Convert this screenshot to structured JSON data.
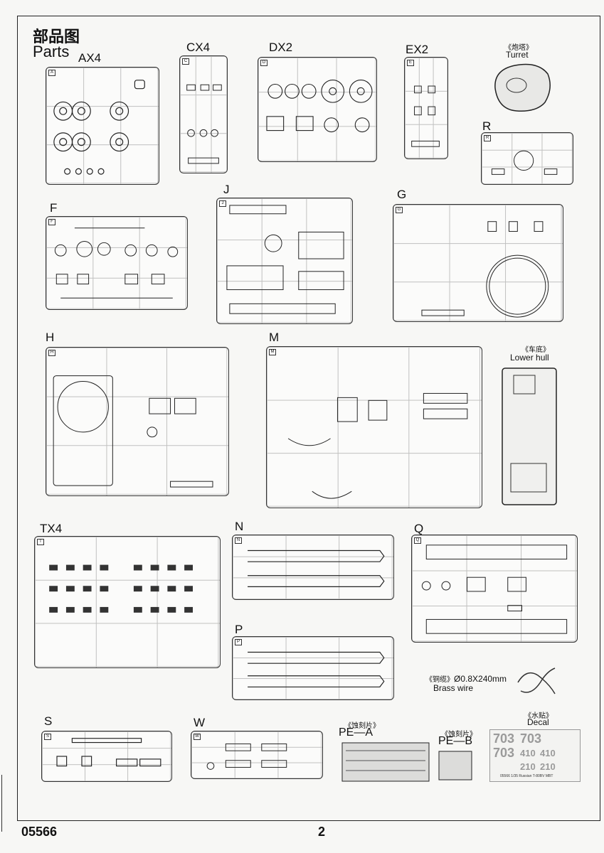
{
  "header": {
    "title_cn": "部品图",
    "title_en": "Parts"
  },
  "sprues": [
    {
      "id": "ax4",
      "label": "AX4",
      "tag": "A"
    },
    {
      "id": "cx4",
      "label": "CX4",
      "tag": "C"
    },
    {
      "id": "dx2",
      "label": "DX2",
      "tag": "D"
    },
    {
      "id": "ex2",
      "label": "EX2",
      "tag": "E"
    },
    {
      "id": "r",
      "label": "R",
      "tag": "R"
    },
    {
      "id": "f",
      "label": "F",
      "tag": "F"
    },
    {
      "id": "j",
      "label": "J",
      "tag": "J"
    },
    {
      "id": "g",
      "label": "G",
      "tag": "G"
    },
    {
      "id": "h",
      "label": "H",
      "tag": "H"
    },
    {
      "id": "m",
      "label": "M",
      "tag": "M"
    },
    {
      "id": "tx4",
      "label": "TX4",
      "tag": "T"
    },
    {
      "id": "n",
      "label": "N",
      "tag": "N"
    },
    {
      "id": "q",
      "label": "Q",
      "tag": "Q"
    },
    {
      "id": "p",
      "label": "P",
      "tag": "P"
    },
    {
      "id": "s",
      "label": "S",
      "tag": "S"
    },
    {
      "id": "w",
      "label": "W",
      "tag": "W"
    }
  ],
  "turret": {
    "cn": "《炮塔》",
    "en": "Turret"
  },
  "lower_hull": {
    "cn": "《车底》",
    "en": "Lower hull"
  },
  "brass_wire": {
    "cn": "《铜缆》",
    "spec": "Ø0.8X240mm",
    "en": "Brass wire"
  },
  "pe_a": {
    "cn": "《蚀刻片》",
    "en": "PE—A"
  },
  "pe_b": {
    "cn": "《蚀刻片》",
    "en": "PE—B"
  },
  "decal": {
    "cn": "《水贴》",
    "en": "Decal",
    "numbers": [
      "703",
      "703",
      "703",
      "410",
      "410",
      "210",
      "210"
    ],
    "caption": "05566  1/35 Russian T-80BV MBT"
  },
  "footer": {
    "kit_number": "05566",
    "page_number": "2"
  }
}
